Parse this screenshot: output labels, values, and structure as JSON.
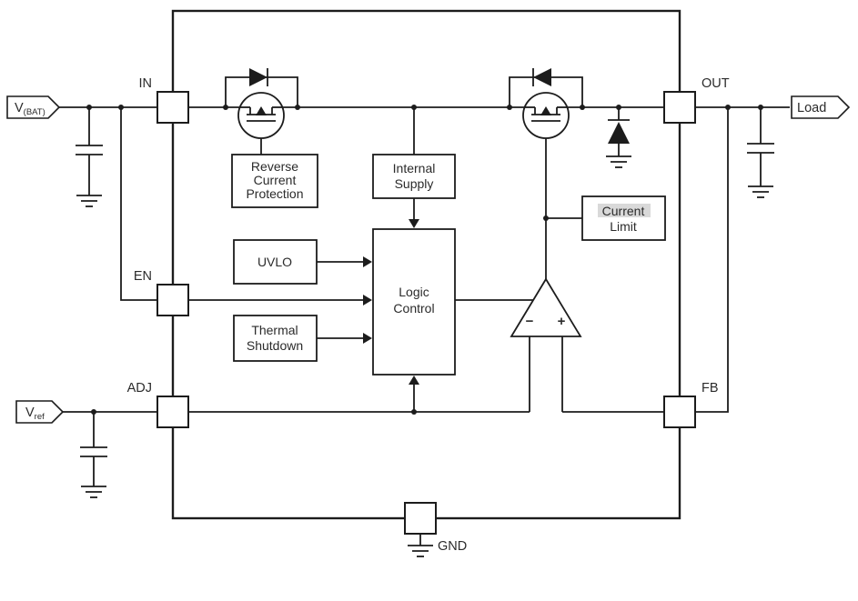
{
  "diagram": {
    "pins": {
      "in": "IN",
      "en": "EN",
      "adj": "ADJ",
      "out": "OUT",
      "fb": "FB",
      "gnd": "GND"
    },
    "signals": {
      "vbat": {
        "base": "V",
        "sub": "(BAT)"
      },
      "vref": {
        "base": "V",
        "sub": "ref"
      },
      "load": "Load"
    },
    "blocks": {
      "reverse_current_protection": {
        "line1": "Reverse",
        "line2": "Current",
        "line3": "Protection"
      },
      "internal_supply": {
        "line1": "Internal",
        "line2": "Supply"
      },
      "uvlo": {
        "line1": "UVLO"
      },
      "thermal_shutdown": {
        "line1": "Thermal",
        "line2": "Shutdown"
      },
      "logic_control": {
        "line1": "Logic",
        "line2": "Control"
      },
      "current_limit": {
        "line1": "Current",
        "line2": "Limit"
      }
    },
    "error_amp": {
      "minus": "−",
      "plus": "+"
    },
    "colors": {
      "stroke": "#1c1c1c",
      "text": "#2b2b2b",
      "background": "#ffffff",
      "highlight": "#d9d9d9"
    }
  }
}
